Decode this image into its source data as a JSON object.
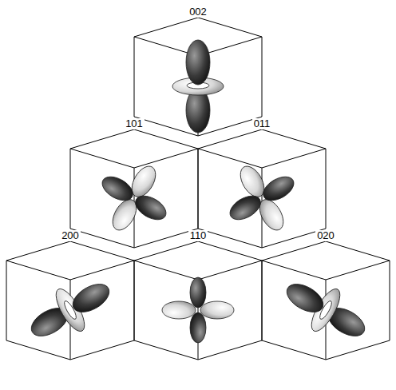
{
  "diagram": {
    "labels": [
      "002",
      "101",
      "011",
      "200",
      "110",
      "020"
    ]
  }
}
